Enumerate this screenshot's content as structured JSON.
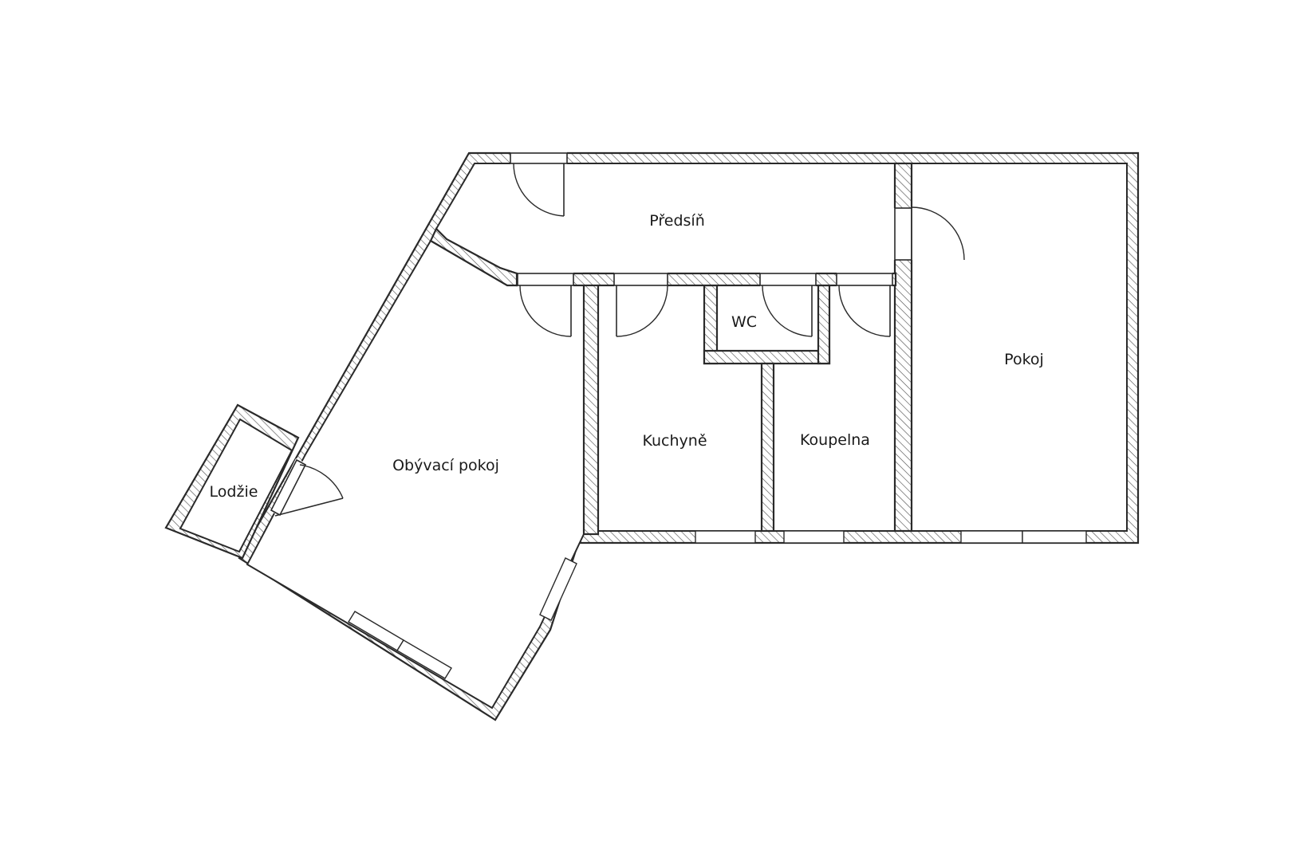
{
  "rooms": {
    "predsin": "Předsíň",
    "pokoj": "Pokoj",
    "wc": "WC",
    "kuchyne": "Kuchyně",
    "koupelna": "Koupelna",
    "obyvaci": "Obývací pokoj",
    "lodzie": "Lodžie"
  },
  "colors": {
    "line": "#2a2a2a",
    "hatch": "#555555",
    "background": "#ffffff"
  }
}
